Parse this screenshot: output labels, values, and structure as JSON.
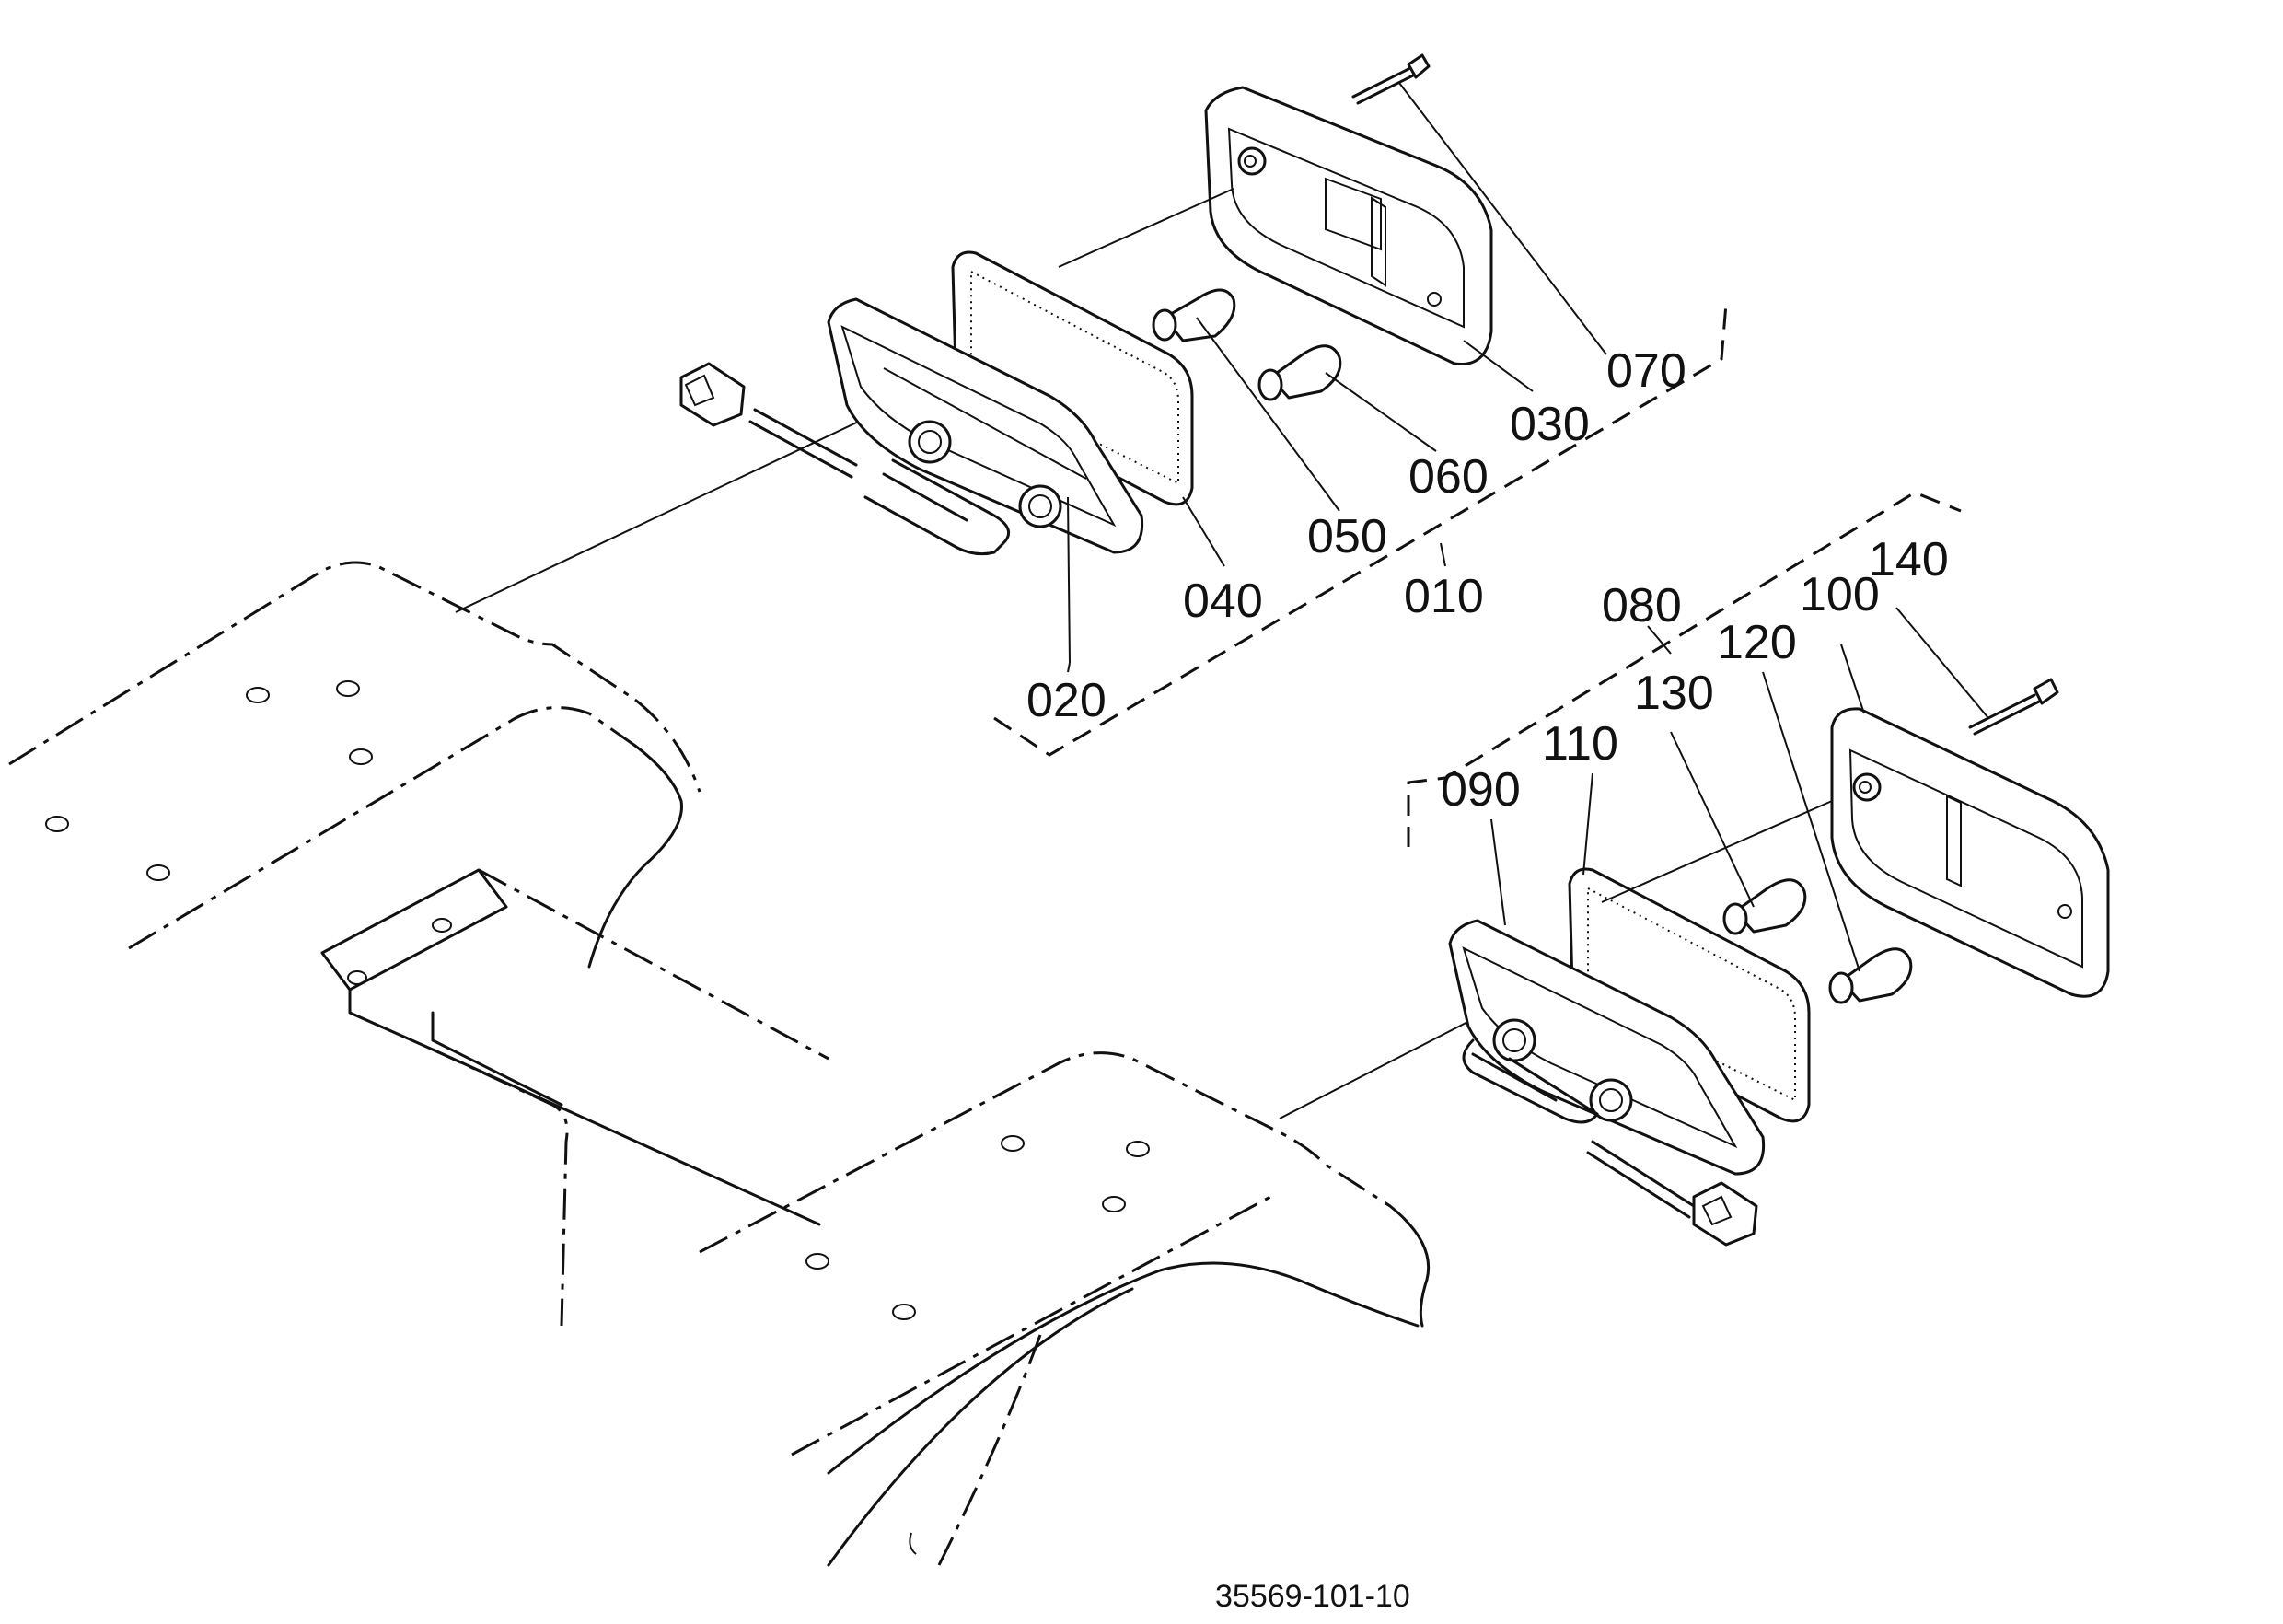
{
  "labels": {
    "p010": "010",
    "p020": "020",
    "p030": "030",
    "p040": "040",
    "p050": "050",
    "p060": "060",
    "p070": "070",
    "p080": "080",
    "p090": "090",
    "p100": "100",
    "p110": "110",
    "p120": "120",
    "p130": "130",
    "p140": "140"
  },
  "drawing_number": "35569-101-10"
}
